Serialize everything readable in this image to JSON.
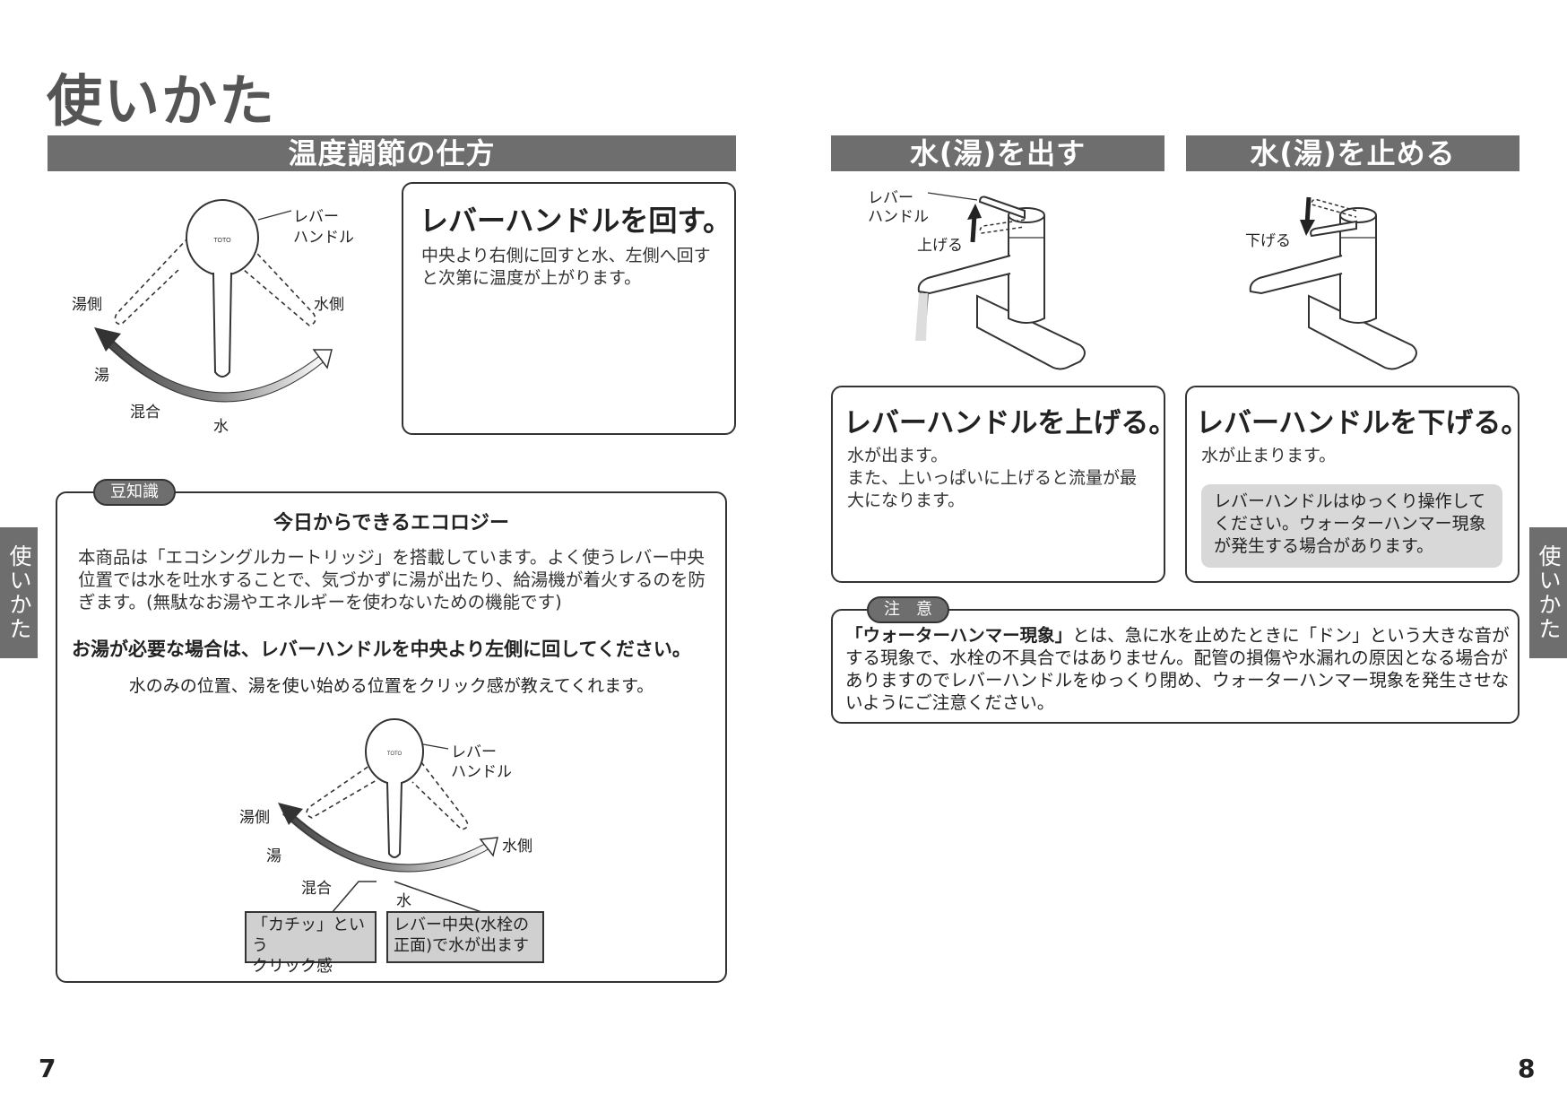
{
  "page_title": "使いかた",
  "side_tab_label": "使いかた",
  "page_numbers": {
    "left": "7",
    "right": "8"
  },
  "temperature": {
    "header": "温度調節の仕方",
    "box_title": "レバーハンドルを回す。",
    "box_text": "中央より右側に回すと水、左側へ回すと次第に温度が上がります。",
    "diagram_labels": {
      "lever1": "レバー",
      "lever2": "ハンドル",
      "hot_side": "湯側",
      "cold_side": "水側",
      "hot": "湯",
      "mixed": "混合",
      "water": "水",
      "logo": "TOTO"
    }
  },
  "tips": {
    "badge": "豆知識",
    "title": "今日からできるエコロジー",
    "para": "本商品は「エコシングルカートリッジ」を搭載しています。よく使うレバー中央位置では水を吐水することで、気づかずに湯が出たり、給湯機が着火するのを防ぎます。(無駄なお湯やエネルギーを使わないための機能です)",
    "emphasis": "お湯が必要な場合は、レバーハンドルを中央より左側に回してください。",
    "sub": "水のみの位置、湯を使い始める位置をクリック感が教えてくれます。",
    "callout_click_1": "「カチッ」という",
    "callout_click_2": "クリック感",
    "callout_center_1": "レバー中央(水栓の",
    "callout_center_2": "正面)で水が出ます"
  },
  "open": {
    "header": "水(湯)を出す",
    "lever1": "レバー",
    "lever2": "ハンドル",
    "action": "上げる",
    "box_title": "レバーハンドルを上げる。",
    "box_text_1": "水が出ます。",
    "box_text_2": "また、上いっぱいに上げると流量が最大になります。"
  },
  "close": {
    "header": "水(湯)を止める",
    "action": "下げる",
    "box_title": "レバーハンドルを下げる。",
    "box_text": "水が止まります。",
    "note": "レバーハンドルはゆっくり操作してください。ウォーターハンマー現象が発生する場合があります。"
  },
  "caution": {
    "badge": "注　意",
    "bold": "「ウォーターハンマー現象」",
    "text": "とは、急に水を止めたときに「ドン」という大きな音がする現象で、水栓の不具合ではありません。配管の損傷や水漏れの原因となる場合がありますのでレバーハンドルをゆっくり閉め、ウォーターハンマー現象を発生させないようにご注意ください。"
  }
}
